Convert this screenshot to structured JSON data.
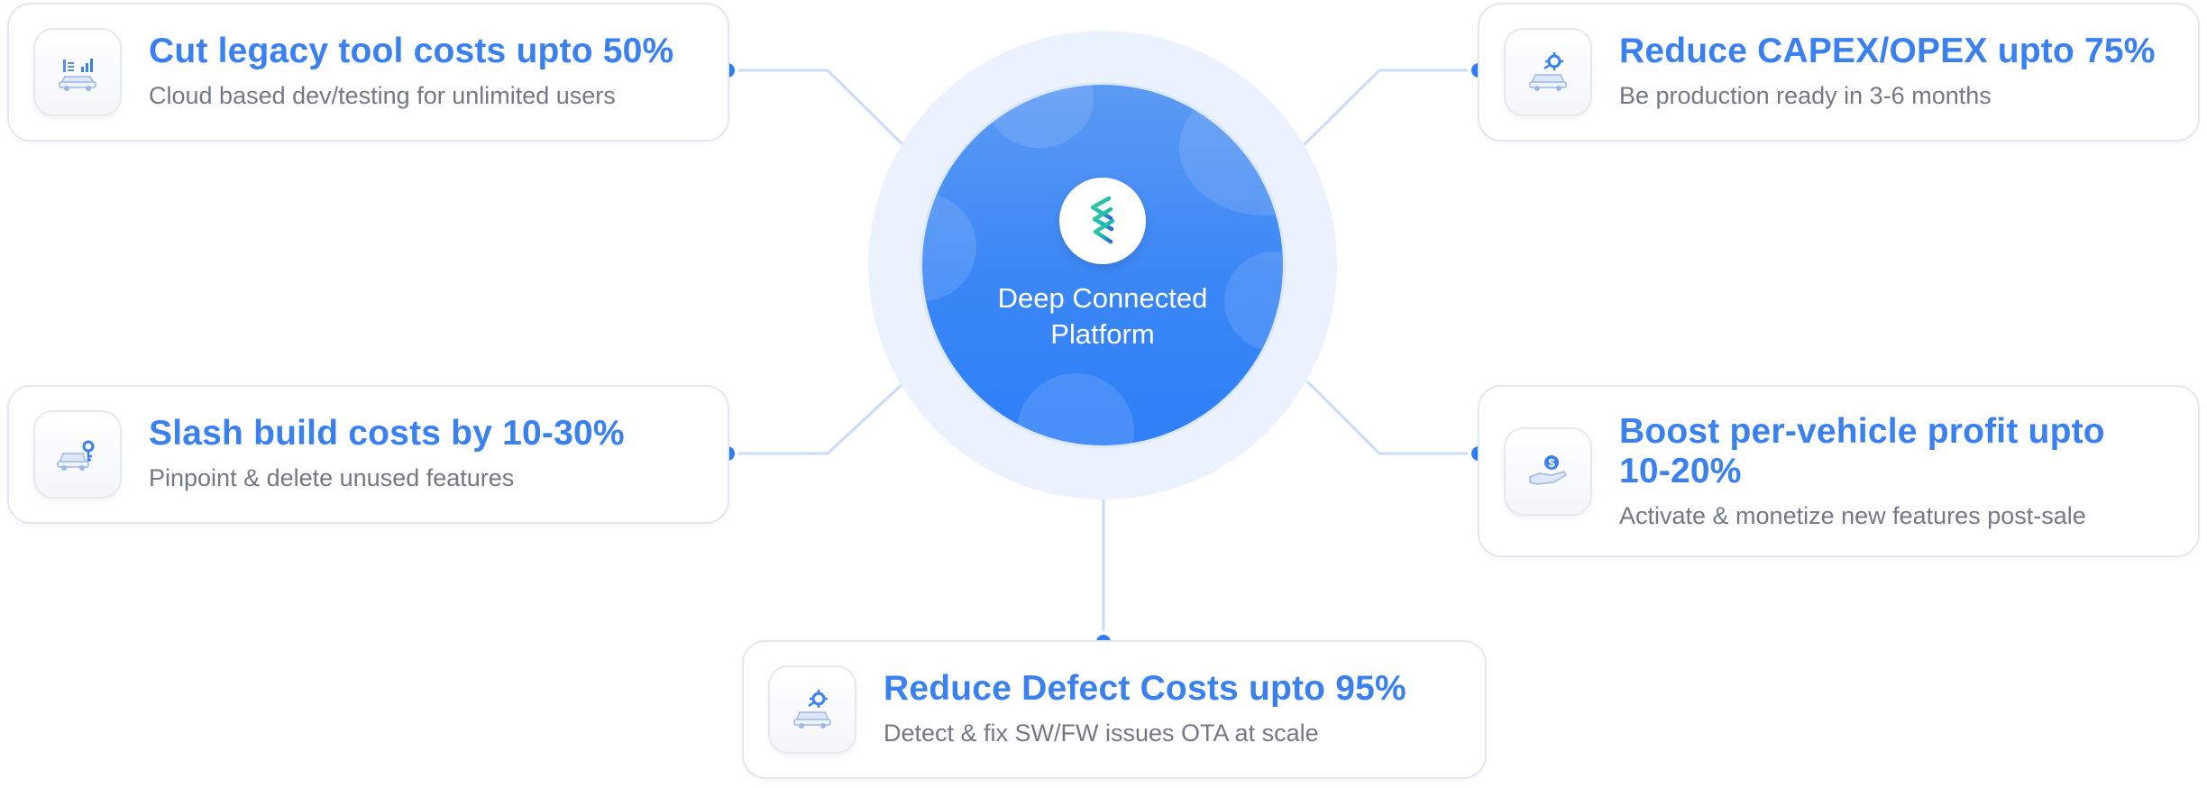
{
  "hub": {
    "line1": "Deep Connected",
    "line2": "Platform",
    "logo_icon": "stacked-s-logo-icon"
  },
  "benefits": [
    {
      "id": "legacy",
      "title": "Cut legacy tool costs upto 50%",
      "subtitle": "Cloud based dev/testing for unlimited users",
      "icon": "car-analytics-icon"
    },
    {
      "id": "capex",
      "title": "Reduce CAPEX/OPEX upto 75%",
      "subtitle": "Be production ready in 3-6 months",
      "icon": "car-gear-icon"
    },
    {
      "id": "build",
      "title": "Slash build costs by 10-30%",
      "subtitle": "Pinpoint & delete unused features",
      "icon": "car-key-icon"
    },
    {
      "id": "profit",
      "title_line1": "Boost per-vehicle profit upto",
      "title_line2": "10-20%",
      "subtitle": "Activate & monetize new features post-sale",
      "icon": "hand-coin-icon"
    },
    {
      "id": "defect",
      "title": "Reduce Defect Costs upto 95%",
      "subtitle": "Detect & fix SW/FW issues OTA at scale",
      "icon": "car-gear-icon"
    }
  ],
  "colors": {
    "accent": "#3a80ee",
    "hub_fill": "#3a86f6",
    "hub_ring": "#ebf2fe",
    "connector": "#c9dcfa",
    "dot": "#2f7df6",
    "subtitle": "#727985"
  }
}
